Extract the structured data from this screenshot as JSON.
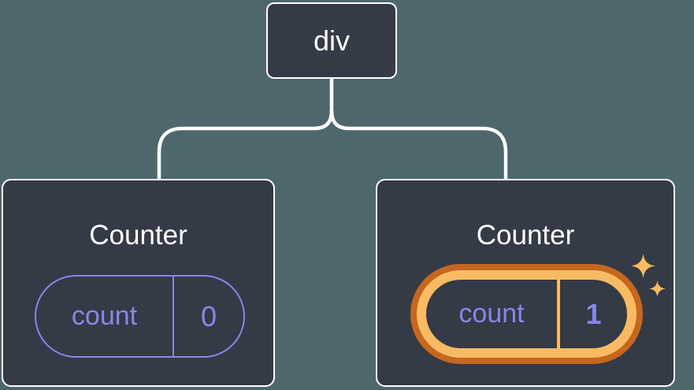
{
  "diagram": {
    "description": "Component tree: one div parent with two Counter children holding independent count state",
    "root": {
      "label": "div"
    },
    "children": [
      {
        "title": "Counter",
        "state": {
          "key": "count",
          "value": "0"
        },
        "highlighted": false
      },
      {
        "title": "Counter",
        "state": {
          "key": "count",
          "value": "1"
        },
        "highlighted": true
      }
    ]
  },
  "icons": {
    "sparkles": "four-point-star-sparkles"
  },
  "colors": {
    "bg": "#4e676c",
    "node-fill": "#343a46",
    "node-border": "#ffffff",
    "text-white": "#ffffff",
    "accent-purple": "#8688e8",
    "highlight-orange-dark": "#c5671e",
    "highlight-orange-light": "#f8bb63"
  }
}
